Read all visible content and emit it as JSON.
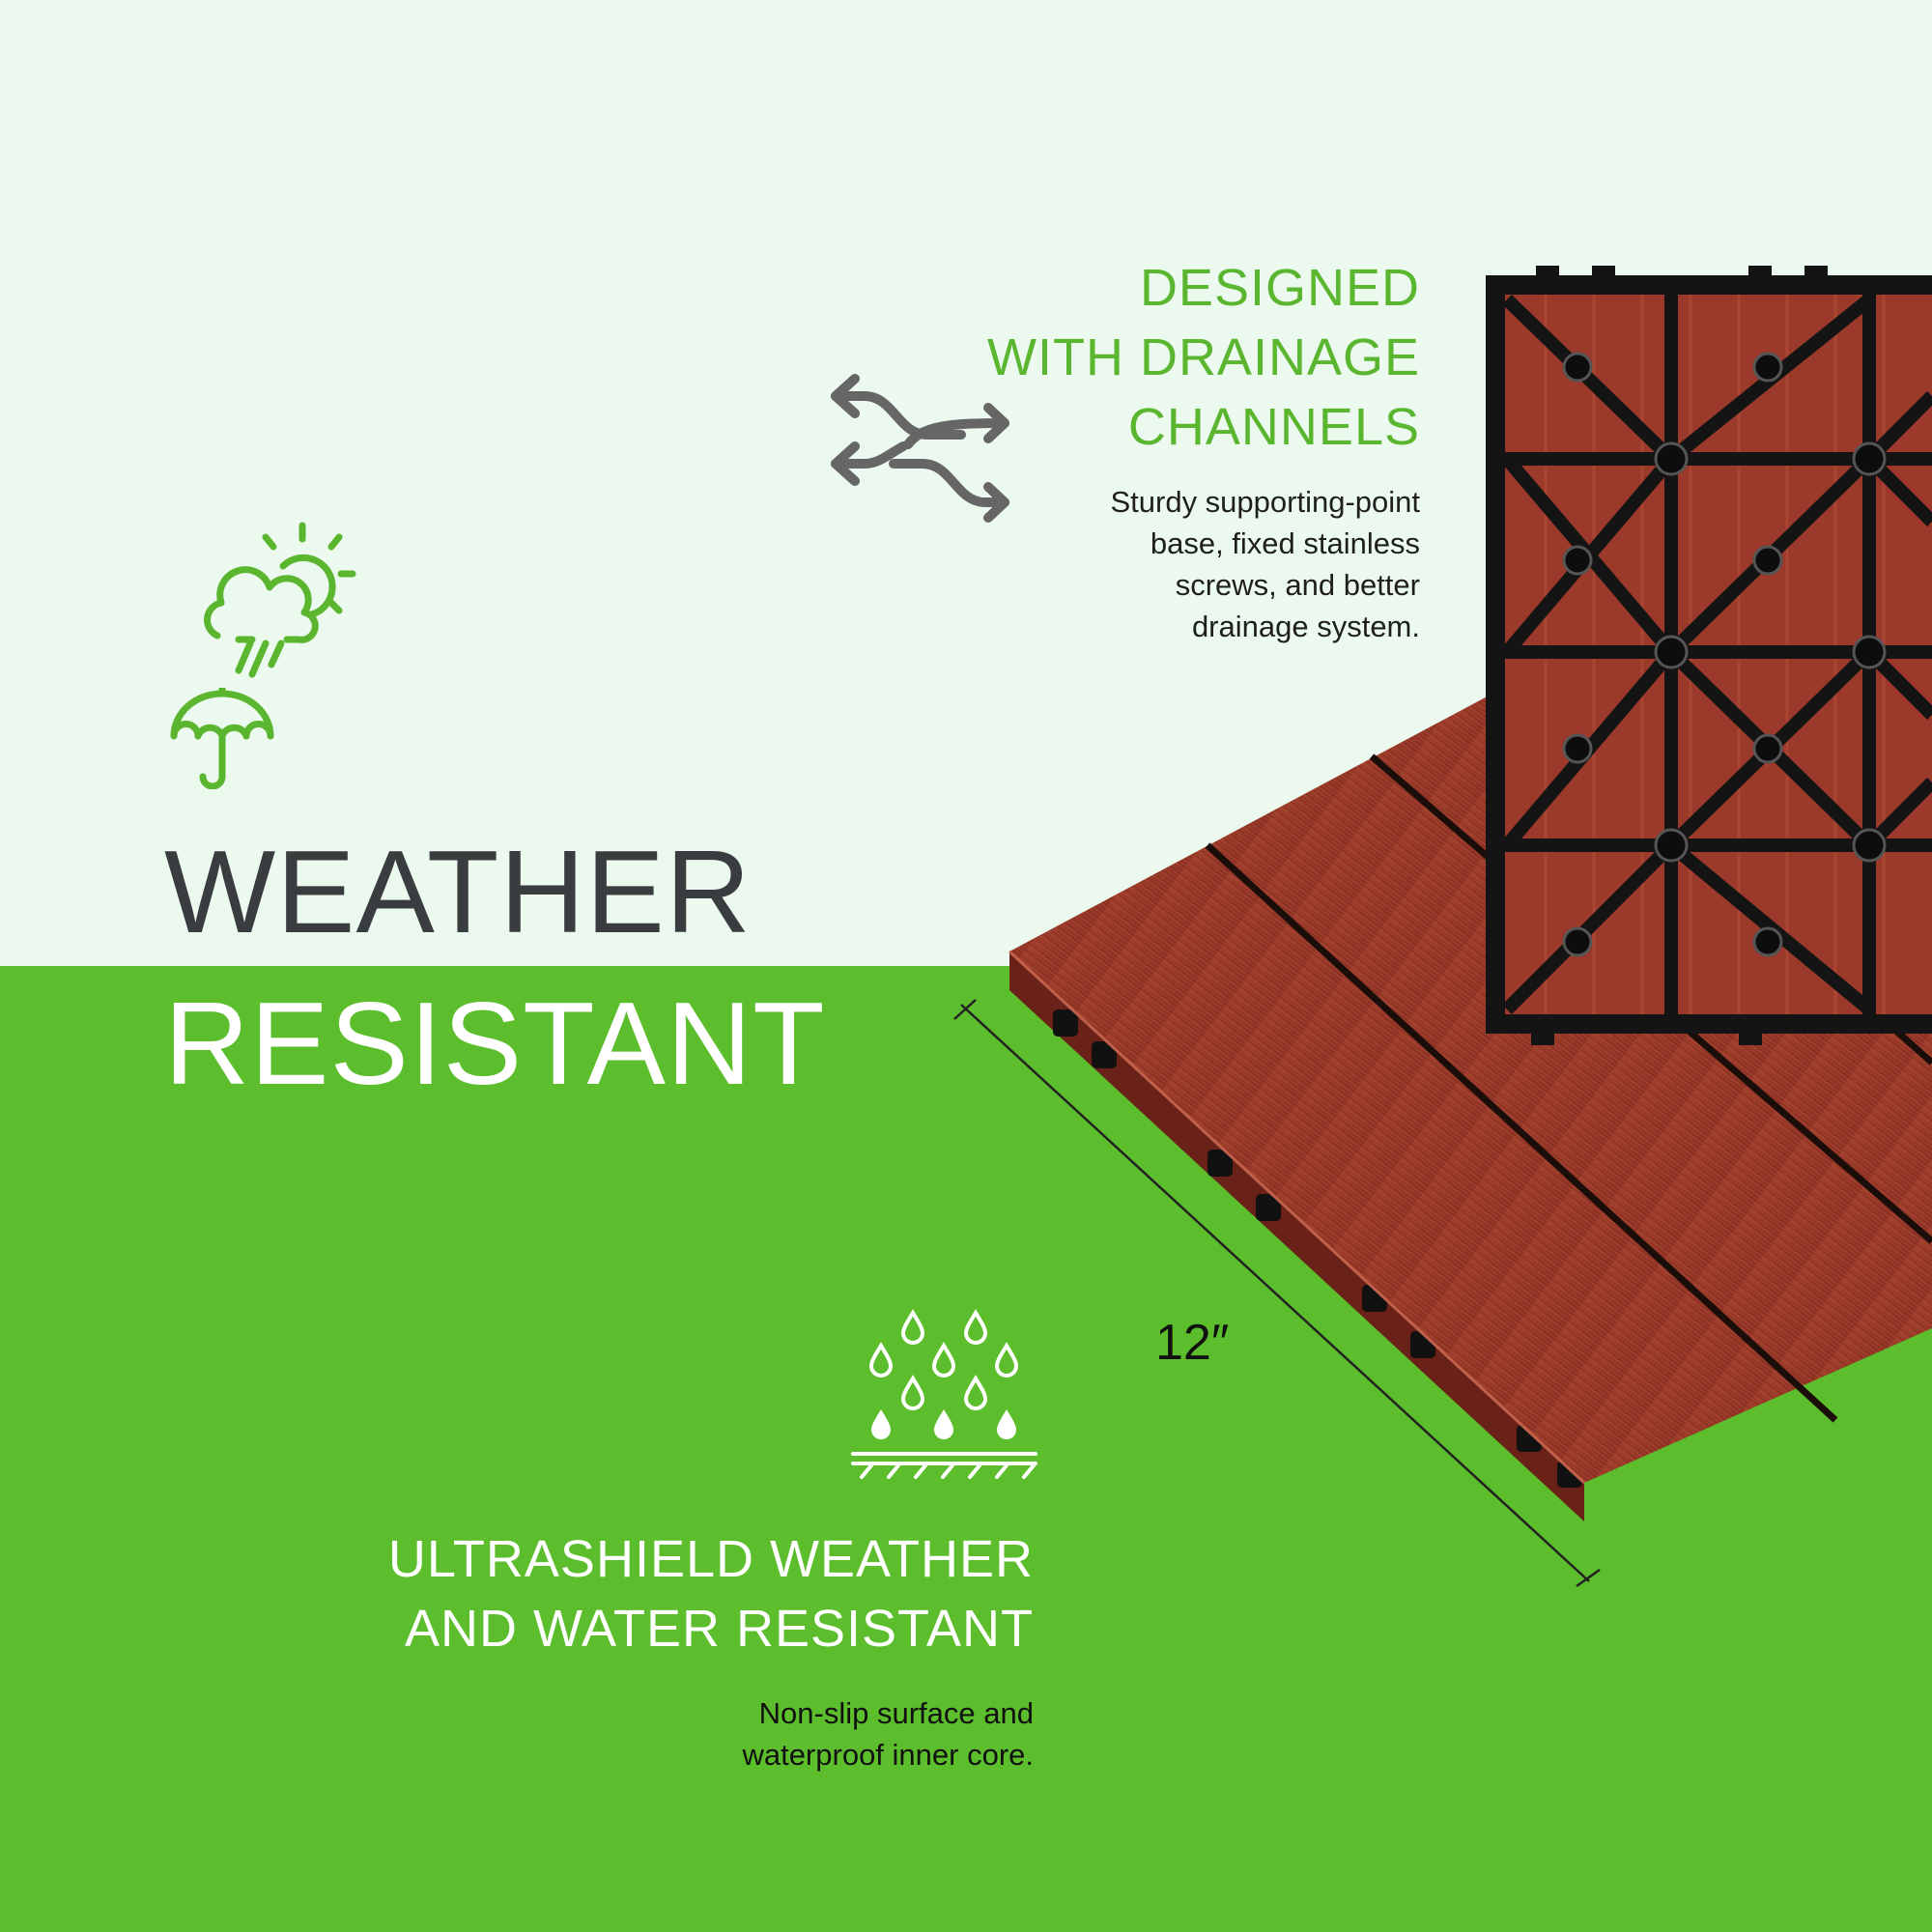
{
  "drainage": {
    "title_lines": [
      "DESIGNED",
      "WITH DRAINAGE",
      "CHANNELS"
    ],
    "description_lines": [
      "Sturdy supporting-point",
      "base, fixed stainless",
      "screws, and better",
      "drainage system."
    ]
  },
  "headline": {
    "line1": "WEATHER",
    "line2": "RESISTANT"
  },
  "water": {
    "title_lines": [
      "ULTRASHIELD WEATHER",
      "AND WATER RESISTANT"
    ],
    "description_lines": [
      "Non-slip surface and",
      "waterproof inner core."
    ]
  },
  "dimension": {
    "label": "12″"
  },
  "icons": {
    "drainage": "drainage-arrows-icon",
    "weather": "weather-sun-rain-icon",
    "umbrella": "umbrella-icon",
    "water": "water-drops-icon"
  },
  "colors": {
    "top_background": "#ecf9ef",
    "bottom_background": "#5cbe2c",
    "accent_green": "#5ab52f",
    "dark_text": "#3a3d3f",
    "tile_wood": "#9b3a2a",
    "tile_base": "#1c1c1c"
  }
}
